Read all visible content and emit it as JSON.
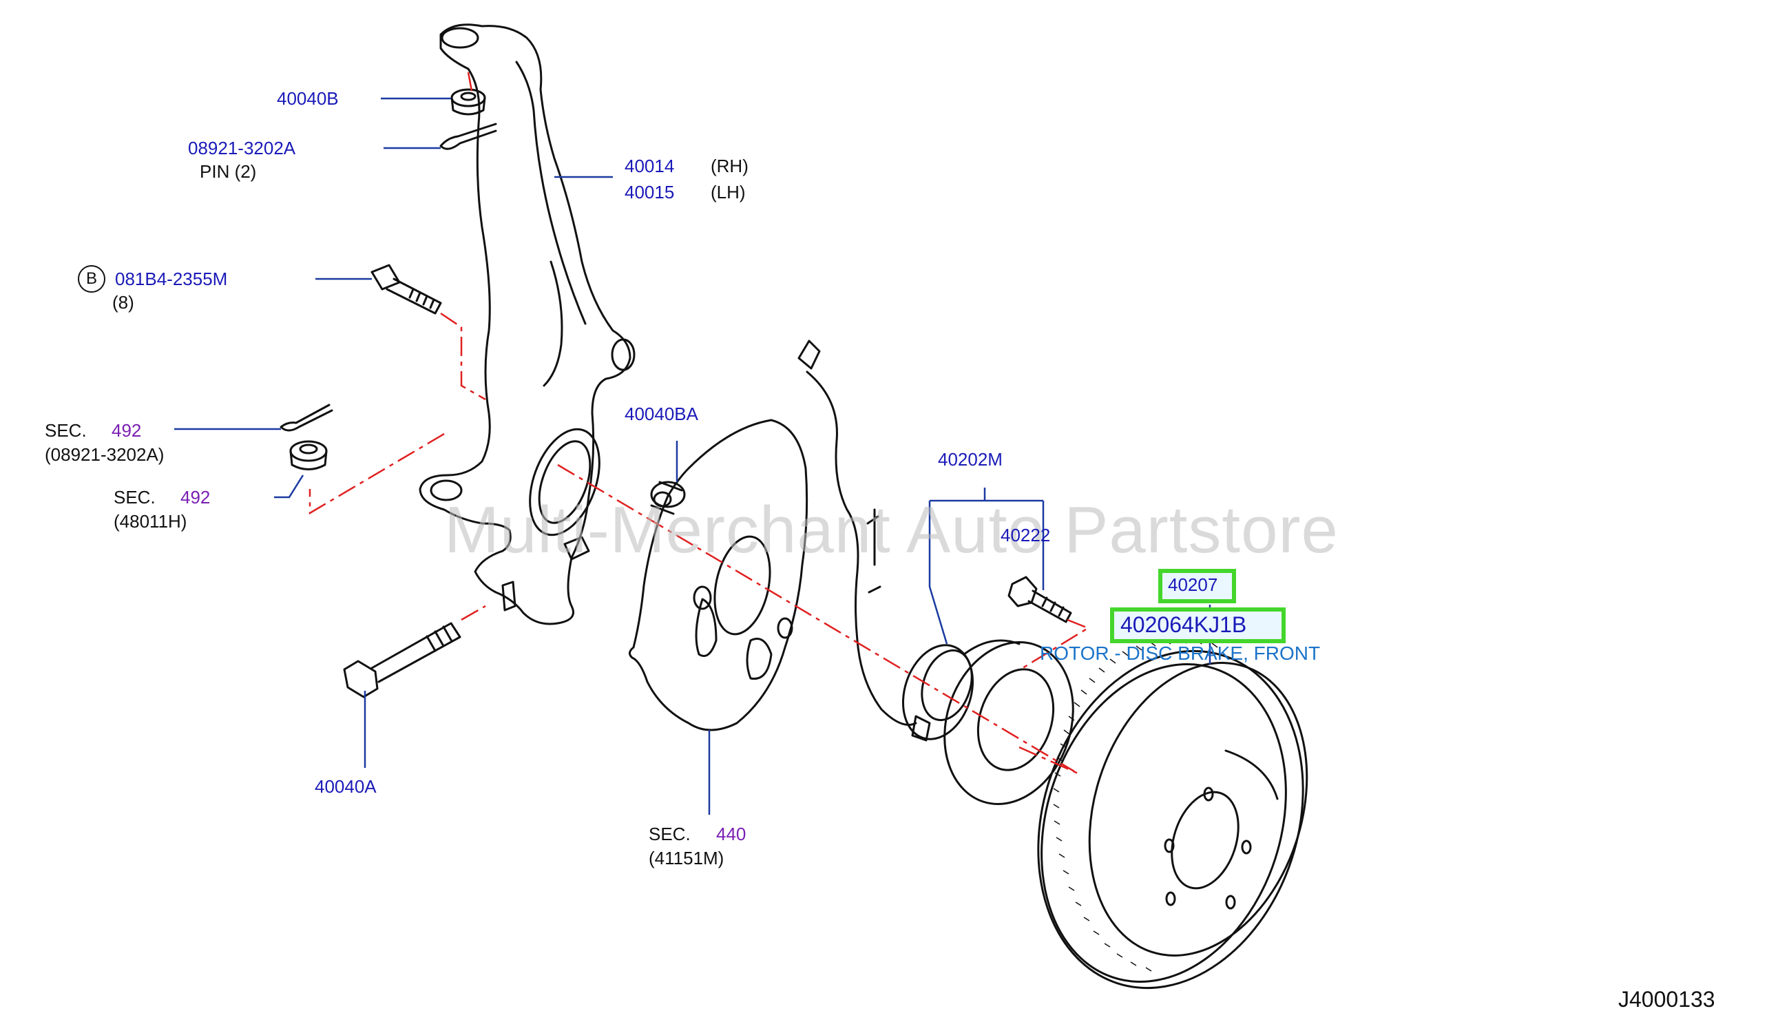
{
  "diagram_code": "J4000133",
  "watermark": "Multi-Merchant Auto Partstore",
  "labels": {
    "p40040b": "40040B",
    "p08921": "08921-3202A",
    "pin": "PIN  (2)",
    "p40014": "40014",
    "rh": "(RH)",
    "p40015": "40015",
    "lh": "(LH)",
    "circle_b": "B",
    "p081b4": "081B4-2355M",
    "qty8": "(8)",
    "sec1": "SEC.",
    "sec1_num": "492",
    "sec1_sub": "(08921-3202A)",
    "sec2": "SEC.",
    "sec2_num": "492",
    "sec2_sub": "(48011H)",
    "p40040ba": "40040BA",
    "p40202m": "40202M",
    "p40222": "40222",
    "p40207": "40207",
    "p402064kj1b": "402064KJ1B",
    "rotor_desc": "ROTOR - DISC BRAKE, FRONT",
    "p40040a": "40040A",
    "sec3": "SEC.",
    "sec3_num": "440",
    "sec3_sub": "(41151M)"
  },
  "colors": {
    "part_number": "#1a1ab8",
    "section_ref": "#7a1fb3",
    "description": "#1a73c9",
    "highlight_border": "#44d62c",
    "center_line": "#e02020",
    "leader_line": "#1a3aa0"
  }
}
